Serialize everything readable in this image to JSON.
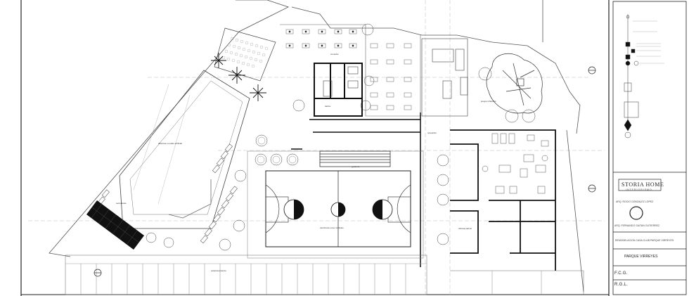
{
  "plan": {
    "room_labels": {
      "pool": "albercas ou patio artificial",
      "south_pool": "recreativas",
      "court_north": "gradería",
      "court_south": "cancha de usos múltiples",
      "playground": "juegos infantiles",
      "office": "oficinas admin",
      "lockers": "baños",
      "restaurant": "comedor",
      "reception": "recepción",
      "parking": "estacionamiento"
    }
  },
  "title_block": {
    "brand_name": "STORIA HOME",
    "brand_tagline": "INTERIORISMO",
    "designer_line": "ARQ. ROCIO GONZALEZ LOPEZ",
    "designer_line_2": "ARQ. FERNANDO GAITAN GUTIERREZ",
    "project_line": "REMODELACION CASA CLUB PARQUE VIRREYES",
    "location_label": "PARQUE VIRREYES",
    "drawn_by": "F.C.G.",
    "reviewed_by": "R.G.L."
  }
}
